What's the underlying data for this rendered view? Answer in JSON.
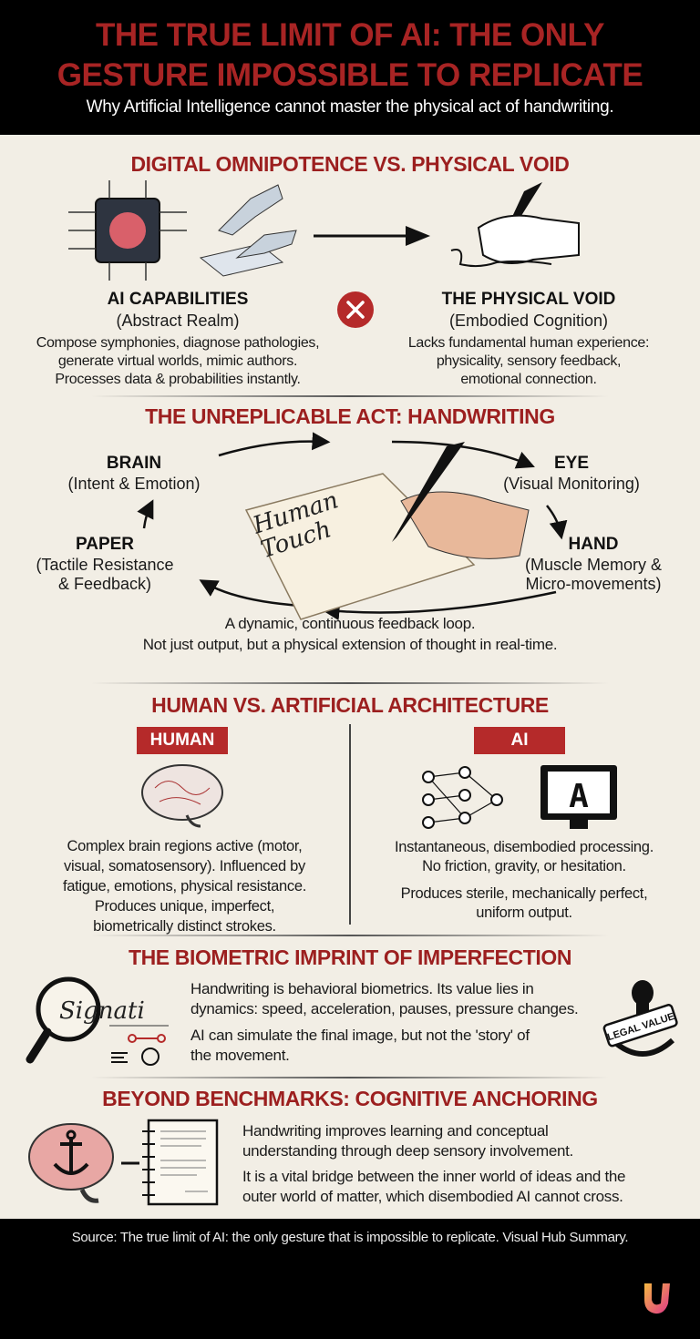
{
  "header": {
    "title_line1": "THE TRUE LIMIT OF AI: THE ONLY",
    "title_line2": "GESTURE IMPOSSIBLE TO REPLICATE",
    "subtitle": "Why Artificial Intelligence cannot master the physical act of handwriting."
  },
  "section1": {
    "heading": "DIGITAL OMNIPOTENCE VS. PHYSICAL VOID",
    "left": {
      "title": "AI CAPABILITIES",
      "subtitle": "(Abstract Realm)",
      "lines": [
        "Compose symphonies, diagnose pathologies,",
        "generate virtual worlds, mimic authors.",
        "Processes data & probabilities instantly."
      ]
    },
    "right": {
      "title": "THE PHYSICAL VOID",
      "subtitle": "(Embodied Cognition)",
      "lines": [
        "Lacks fundamental human experience:",
        "physicality, sensory feedback,",
        "emotional connection."
      ]
    }
  },
  "section2": {
    "heading": "THE UNREPLICABLE ACT: HANDWRITING",
    "brain": {
      "title": "BRAIN",
      "lines": [
        "(Intent & Emotion)"
      ]
    },
    "eye": {
      "title": "EYE",
      "lines": [
        "(Visual Monitoring)"
      ]
    },
    "paper": {
      "title": "PAPER",
      "lines": [
        "(Tactile Resistance",
        "& Feedback)"
      ]
    },
    "hand": {
      "title": "HAND",
      "lines": [
        "(Muscle Memory &",
        "Micro-movements)"
      ]
    },
    "paper_text": "Human Touch",
    "caption": [
      "A dynamic, continuous feedback loop.",
      "Not just output, but a physical extension of thought in real-time."
    ]
  },
  "section3": {
    "heading": "HUMAN VS. ARTIFICIAL ARCHITECTURE",
    "human": {
      "badge": "HUMAN",
      "lines": [
        "Complex brain regions active (motor,",
        "visual, somatosensory). Influenced by",
        "fatigue, emotions, physical resistance.",
        "Produces unique, imperfect,",
        "biometrically distinct strokes."
      ]
    },
    "ai": {
      "badge": "AI",
      "lines1": [
        "Instantaneous, disembodied processing.",
        "No friction, gravity, or hesitation."
      ],
      "lines2": [
        "Produces sterile, mechanically perfect,",
        "uniform output."
      ]
    }
  },
  "section4": {
    "heading": "THE BIOMETRIC IMPRINT OF IMPERFECTION",
    "signature_text": "Signati",
    "stamp_text": "LEGAL VALUE",
    "p1": [
      "Handwriting is behavioral biometrics. Its value lies in",
      "dynamics: speed, acceleration, pauses, pressure changes."
    ],
    "p2": [
      "AI can simulate the final image, but not the 'story' of",
      "the movement."
    ]
  },
  "section5": {
    "heading": "BEYOND BENCHMARKS: COGNITIVE ANCHORING",
    "p1": [
      "Handwriting improves learning and conceptual",
      "understanding through deep sensory involvement."
    ],
    "p2": [
      "It is a vital bridge between the inner world of ideas and the",
      "outer world of matter, which disembodied AI cannot cross."
    ]
  },
  "footer": {
    "source": "Source: The true limit of AI: the only gesture that is impossible to replicate. Visual Hub Summary."
  },
  "colors": {
    "accent": "#a82424",
    "background": "#f2eee5",
    "header": "#000000"
  }
}
